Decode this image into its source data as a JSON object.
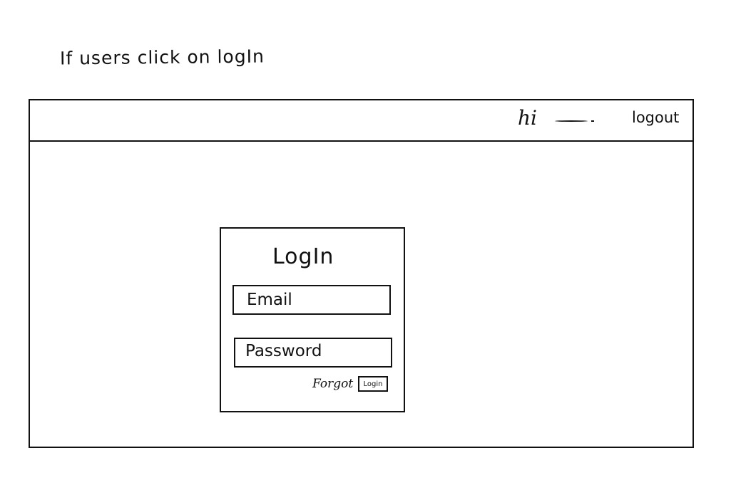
{
  "annotation": "If users click on logIn",
  "header": {
    "greeting": "hi",
    "logout_label": "logout"
  },
  "login_card": {
    "title": "LogIn",
    "email_placeholder": "Email",
    "password_placeholder": "Password",
    "forgot_label": "Forgot",
    "login_button_label": "Login"
  }
}
